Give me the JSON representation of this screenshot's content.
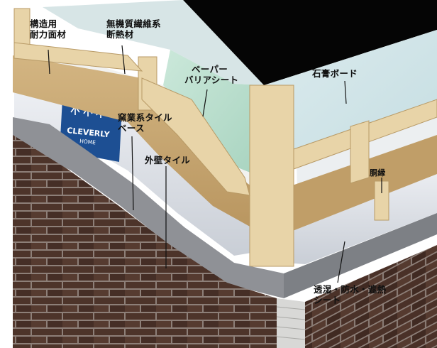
{
  "labels": {
    "structural_panel": [
      "構造用",
      "耐力面材"
    ],
    "insulation": [
      "無機質繊維系",
      "断熱材"
    ],
    "vapor_barrier": [
      "ベーパー",
      "バリアシート"
    ],
    "gypsum_board": "石膏ボード",
    "tile_base": [
      "窯業系タイル",
      "ベース"
    ],
    "exterior_tile": "外壁タイル",
    "furring": "胴縁",
    "breathable_sheet": [
      "透湿・防水・遮熱",
      "シート"
    ]
  },
  "sign": {
    "brand_line1": "CLEVERLY",
    "brand_line2": "HOME"
  },
  "colors": {
    "brick": "#4a3329",
    "brick_mortar": "#8d7f78",
    "tile_base": "#8f9196",
    "breathable_sheet": "#d5d9e0",
    "structural_panel": "#c9a874",
    "timber": "#e6d2a6",
    "vapor_barrier": "#b9dccd",
    "gypsum_board": "#cde3e5",
    "sign_blue": "#1d4f93"
  },
  "icons": {
    "sign_logo": "house-logo-icon"
  }
}
